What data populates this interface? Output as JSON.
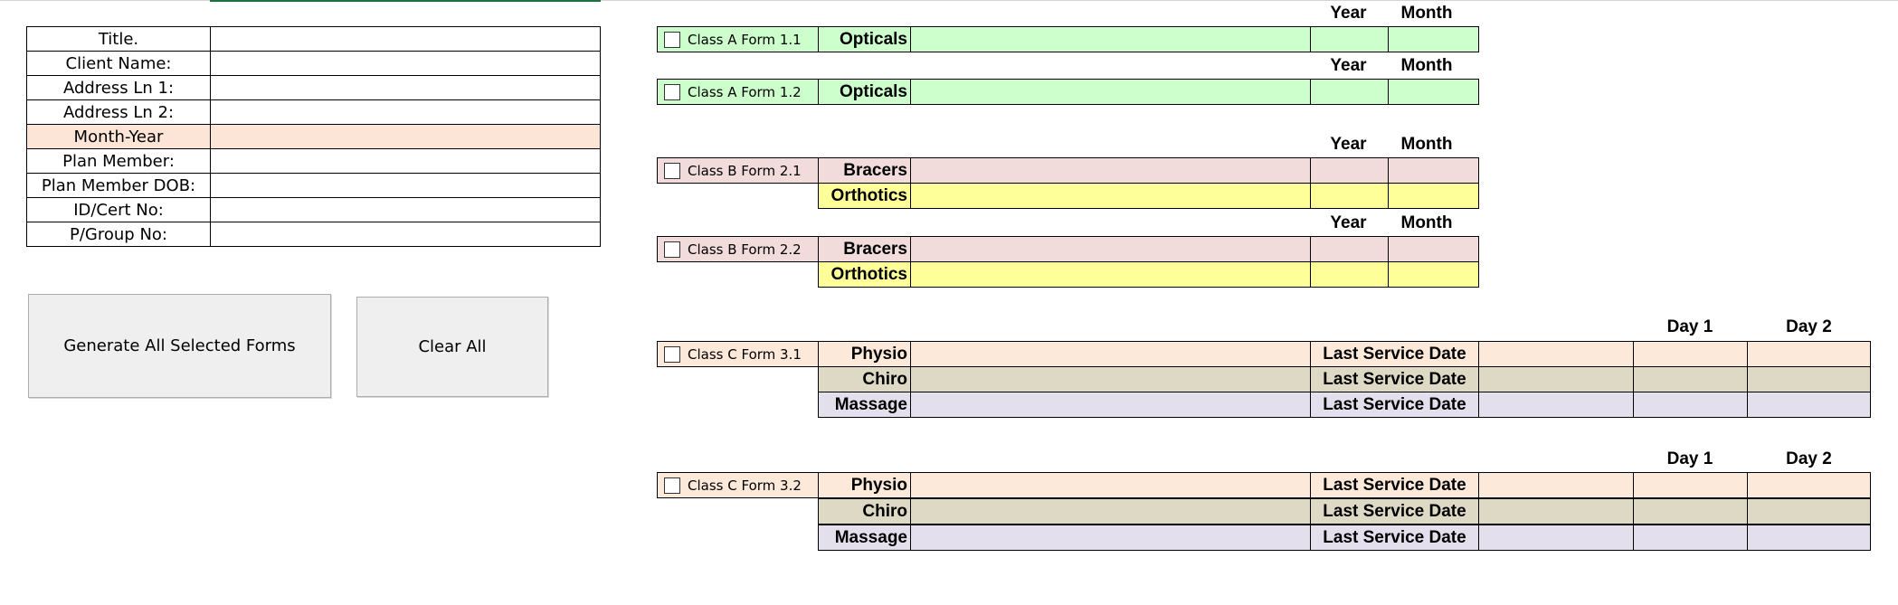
{
  "client_info": {
    "fields": [
      {
        "label": "Title.",
        "value": ""
      },
      {
        "label": "Client Name:",
        "value": ""
      },
      {
        "label": "Address Ln 1:",
        "value": ""
      },
      {
        "label": "Address Ln 2:",
        "value": ""
      },
      {
        "label": "Month-Year",
        "value": ""
      },
      {
        "label": "Plan Member:",
        "value": ""
      },
      {
        "label": "Plan Member DOB:",
        "value": ""
      },
      {
        "label": "ID/Cert No:",
        "value": ""
      },
      {
        "label": "P/Group No:",
        "value": ""
      }
    ]
  },
  "buttons": {
    "generate": "Generate All Selected Forms",
    "clear": "Clear All"
  },
  "headers": {
    "year": "Year",
    "month": "Month",
    "day1": "Day 1",
    "day2": "Day 2"
  },
  "forms": {
    "a11": {
      "checkbox": "Class A Form 1.1",
      "checked": false,
      "items": [
        "Opticals"
      ]
    },
    "a12": {
      "checkbox": "Class A Form 1.2",
      "checked": false,
      "items": [
        "Opticals"
      ]
    },
    "b21": {
      "checkbox": "Class B Form 2.1",
      "checked": false,
      "items": [
        "Bracers",
        "Orthotics"
      ]
    },
    "b22": {
      "checkbox": "Class B Form 2.2",
      "checked": false,
      "items": [
        "Bracers",
        "Orthotics"
      ]
    },
    "c31": {
      "checkbox": "Class C Form 3.1",
      "checked": false,
      "items": [
        "Physio",
        "Chiro",
        "Massage"
      ],
      "service_label": "Last Service Date"
    },
    "c32": {
      "checkbox": "Class C Form 3.2",
      "checked": false,
      "items": [
        "Physio",
        "Chiro",
        "Massage"
      ],
      "service_label": "Last Service Date"
    }
  },
  "colors": {
    "opticals": "#ccffcc",
    "bracers": "#f2dcdb",
    "orthotics": "#ffff99",
    "physio": "#fde9d9",
    "chiro": "#ddd9c4",
    "massage": "#e4dfec",
    "month_year_row": "#fce4d6"
  }
}
